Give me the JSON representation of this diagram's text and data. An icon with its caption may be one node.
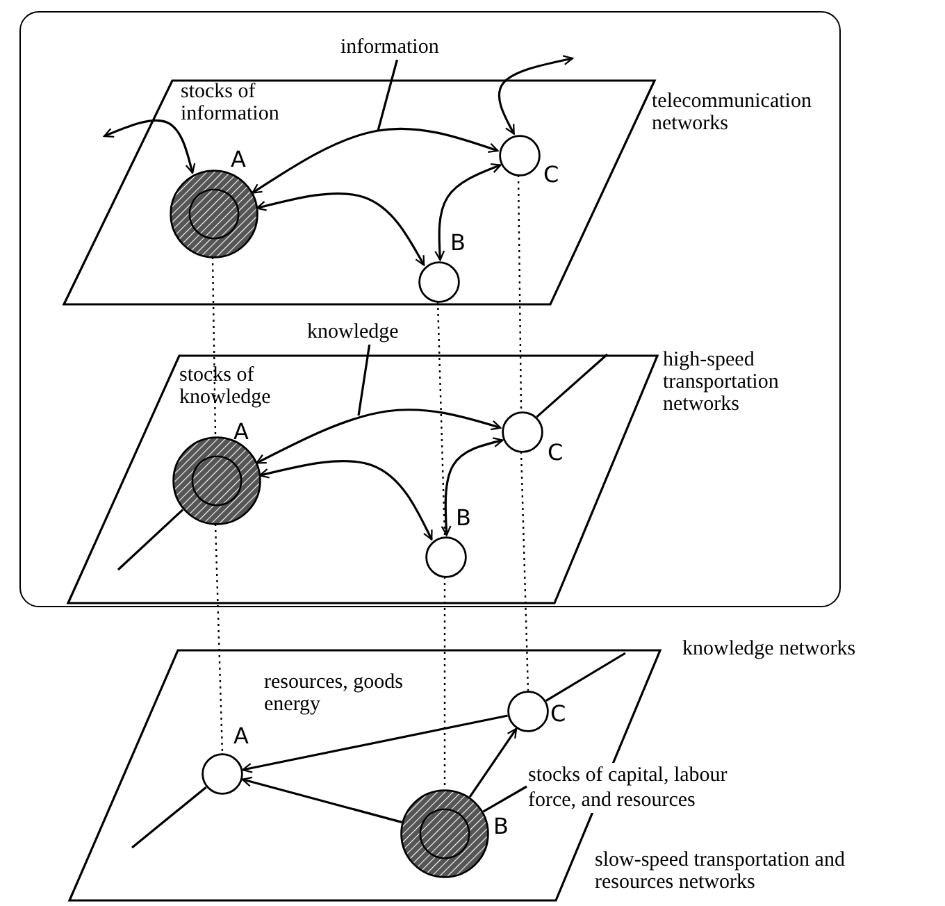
{
  "diagram": {
    "nodes": [
      {
        "text": [
          "knowledge networks"
        ]
      },
      {
        "text": [
          "telecommunication networks"
        ],
        "in": 0
      },
      {
        "text": [],
        "shape": "circle",
        "in": 1,
        "beside": [
          "stocks of information",
          "A"
        ]
      },
      {
        "text": [],
        "shape": "circle",
        "in": 1,
        "beside": [
          "B"
        ]
      },
      {
        "text": [],
        "shape": "circle",
        "in": 1,
        "beside": [
          "C"
        ]
      },
      {
        "text": [
          "high-speed transportation networks"
        ],
        "in": 0
      },
      {
        "text": [],
        "shape": "circle",
        "in": 5,
        "beside": [
          "stocks of knowledge",
          "A"
        ]
      },
      {
        "text": [],
        "shape": "circle",
        "in": 5,
        "beside": [
          "B"
        ]
      },
      {
        "text": [],
        "shape": "circle",
        "in": 5,
        "beside": [
          "C"
        ]
      },
      {
        "text": [
          "slow-speed transportation and resources networks"
        ]
      },
      {
        "text": [],
        "shape": "circle",
        "in": 9,
        "beside": [
          "A"
        ]
      },
      {
        "text": [],
        "shape": "circle",
        "in": 9,
        "beside": [
          "B"
        ]
      },
      {
        "text": [],
        "shape": "circle",
        "in": 9,
        "beside": [
          "C"
        ]
      },
      {
        "text": [
          "information"
        ],
        "in": 0
      },
      {
        "text": [
          "knowledge"
        ],
        "in": 0
      },
      {
        "text": [
          "stocks of capital, labour force, and resources"
        ]
      }
    ],
    "edges": [
      {
        "from": null,
        "to": 2,
        "arrow": "both"
      },
      {
        "from": 2,
        "to": 4,
        "arrow": "both"
      },
      {
        "from": 2,
        "to": 3,
        "arrow": "both"
      },
      {
        "from": 3,
        "to": 4,
        "arrow": "both"
      },
      {
        "from": 4,
        "to": null,
        "arrow": "both"
      },
      {
        "from": 6,
        "to": 8,
        "arrow": "both"
      },
      {
        "from": 6,
        "to": 7,
        "arrow": "both"
      },
      {
        "from": 7,
        "to": 8,
        "arrow": "both"
      },
      {
        "from": null,
        "to": 6,
        "arrow": "none"
      },
      {
        "from": 8,
        "to": null,
        "arrow": "none"
      },
      {
        "from": 12,
        "to": 10,
        "arrow": "to"
      },
      {
        "from": 11,
        "to": 10,
        "arrow": "to"
      },
      {
        "from": 11,
        "to": 12,
        "arrow": "to"
      },
      {
        "from": null,
        "to": 10,
        "arrow": "none"
      },
      {
        "from": 12,
        "to": null,
        "arrow": "none"
      },
      {
        "from": 13,
        "to": null,
        "arrow": "none"
      },
      {
        "from": 14,
        "to": null,
        "arrow": "none"
      },
      {
        "from": 15,
        "to": 11,
        "arrow": "none"
      },
      {
        "from": 2,
        "to": 6,
        "arrow": "none",
        "style": "dashed"
      },
      {
        "from": 6,
        "to": 10,
        "arrow": "none",
        "style": "dashed"
      },
      {
        "from": 3,
        "to": 7,
        "arrow": "none",
        "style": "dashed"
      },
      {
        "from": 7,
        "to": 11,
        "arrow": "none",
        "style": "dashed"
      },
      {
        "from": 4,
        "to": 8,
        "arrow": "none",
        "style": "dashed"
      },
      {
        "from": 8,
        "to": 12,
        "arrow": "none",
        "style": "dashed"
      }
    ],
    "labels": [
      "resources, goods energy"
    ]
  }
}
